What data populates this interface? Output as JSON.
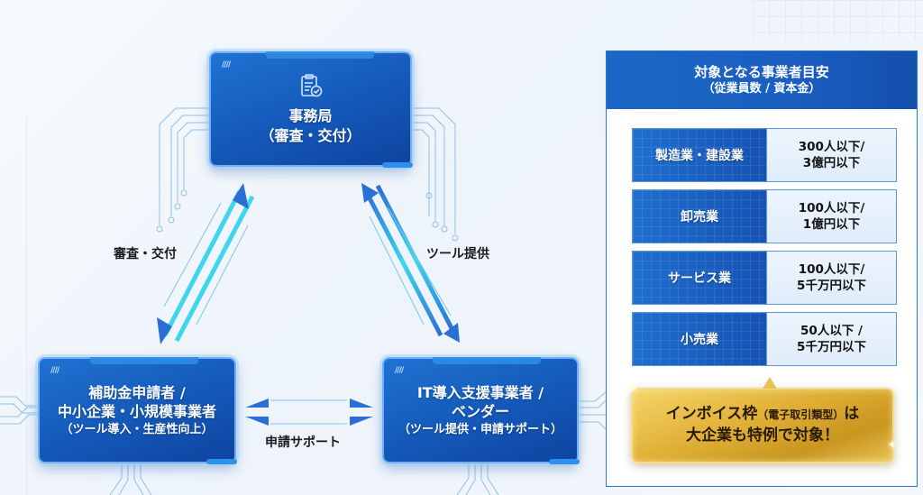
{
  "diagram": {
    "nodes": {
      "office": {
        "icon": "clipboard-check-icon",
        "title": "事務局",
        "subtitle": "（審査・交付）"
      },
      "applicant": {
        "line1": "補助金申請者 /",
        "line2": "中小企業・小規模事業者",
        "subtitle": "（ツール導入・生産性向上）"
      },
      "vendor": {
        "line1": "IT導入支援事業者 /",
        "line2": "ベンダー",
        "subtitle": "（ツール提供・申請サポート）"
      }
    },
    "edges": {
      "office_applicant": "審査・交付",
      "office_vendor": "ツール提供",
      "applicant_vendor": "申請サポート"
    }
  },
  "panel": {
    "title": "対象となる事業者目安",
    "subtitle": "（従業員数 / 資本金）",
    "rows": [
      {
        "category": "製造業・建設業",
        "employees": "300人以下/",
        "capital": "3億円以下"
      },
      {
        "category": "卸売業",
        "employees": "100人以下/",
        "capital": "1億円以下"
      },
      {
        "category": "サービス業",
        "employees": "100人以下/",
        "capital": "5千万円以下"
      },
      {
        "category": "小売業",
        "employees": "50人以下 /",
        "capital": "5千万円以下"
      }
    ]
  },
  "callout": {
    "line1_main": "インボイス枠",
    "line1_note": "（電子取引類型）",
    "line1_tail": "は",
    "line2": "大企業も特例で対象！"
  },
  "colors": {
    "node_blue": "#1458b8",
    "arrow_blue": "#2a6fd6",
    "glow_cyan": "#3fd6f0",
    "gold": "#e2b33a"
  }
}
